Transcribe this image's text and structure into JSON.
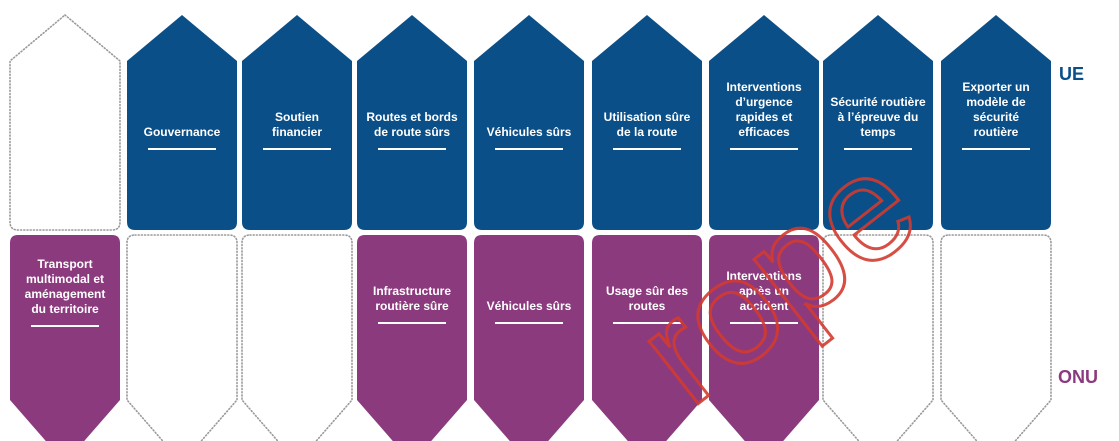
{
  "colors": {
    "eu": "#0b4f88",
    "un": "#8c3a7e",
    "dotted": "#999999",
    "watermark": "#d23b30"
  },
  "labels": {
    "eu": "UE",
    "un": "ONU"
  },
  "watermark_text": "rope",
  "top_row": [
    {
      "filled": false,
      "lines": [],
      "icons": []
    },
    {
      "filled": true,
      "lines": [
        "Gouvernance"
      ],
      "icons": [
        "head-puzzle-icon"
      ]
    },
    {
      "filled": true,
      "lines": [
        "Soutien",
        "financier"
      ],
      "icons": [
        "coins-stack-icon"
      ]
    },
    {
      "filled": true,
      "lines": [
        "Routes et bords",
        "de route sûrs"
      ],
      "icons": [
        "cyclist-icon",
        "road-icon"
      ]
    },
    {
      "filled": true,
      "lines": [
        "Véhicules sûrs"
      ],
      "icons": [
        "car-icon"
      ]
    },
    {
      "filled": true,
      "lines": [
        "Utilisation sûre",
        "de la route"
      ],
      "icons": [
        "phone-call-icon"
      ]
    },
    {
      "filled": true,
      "lines": [
        "Interventions",
        "d’urgence",
        "rapides et",
        "efficaces"
      ],
      "icons": [
        "first-aid-kit-icon"
      ]
    },
    {
      "filled": true,
      "lines": [
        "Sécurité routière",
        "à l’épreuve du",
        "temps"
      ],
      "icons": [
        "cloud-circuit-icon"
      ]
    },
    {
      "filled": true,
      "lines": [
        "Exporter un",
        "modèle de",
        "sécurité",
        "routière"
      ],
      "icons": [
        "globe-icon"
      ]
    }
  ],
  "bottom_row": [
    {
      "filled": true,
      "lines": [
        "Transport",
        "multimodal et",
        "aménagement",
        "du territoire"
      ]
    },
    {
      "filled": false,
      "lines": []
    },
    {
      "filled": false,
      "lines": []
    },
    {
      "filled": true,
      "lines": [
        "Infrastructure",
        "routière sûre"
      ]
    },
    {
      "filled": true,
      "lines": [
        "Véhicules sûrs"
      ]
    },
    {
      "filled": true,
      "lines": [
        "Usage sûr des",
        "routes"
      ]
    },
    {
      "filled": true,
      "lines": [
        "Interventions",
        "après un",
        "accident"
      ]
    },
    {
      "filled": false,
      "lines": []
    },
    {
      "filled": false,
      "lines": []
    }
  ]
}
